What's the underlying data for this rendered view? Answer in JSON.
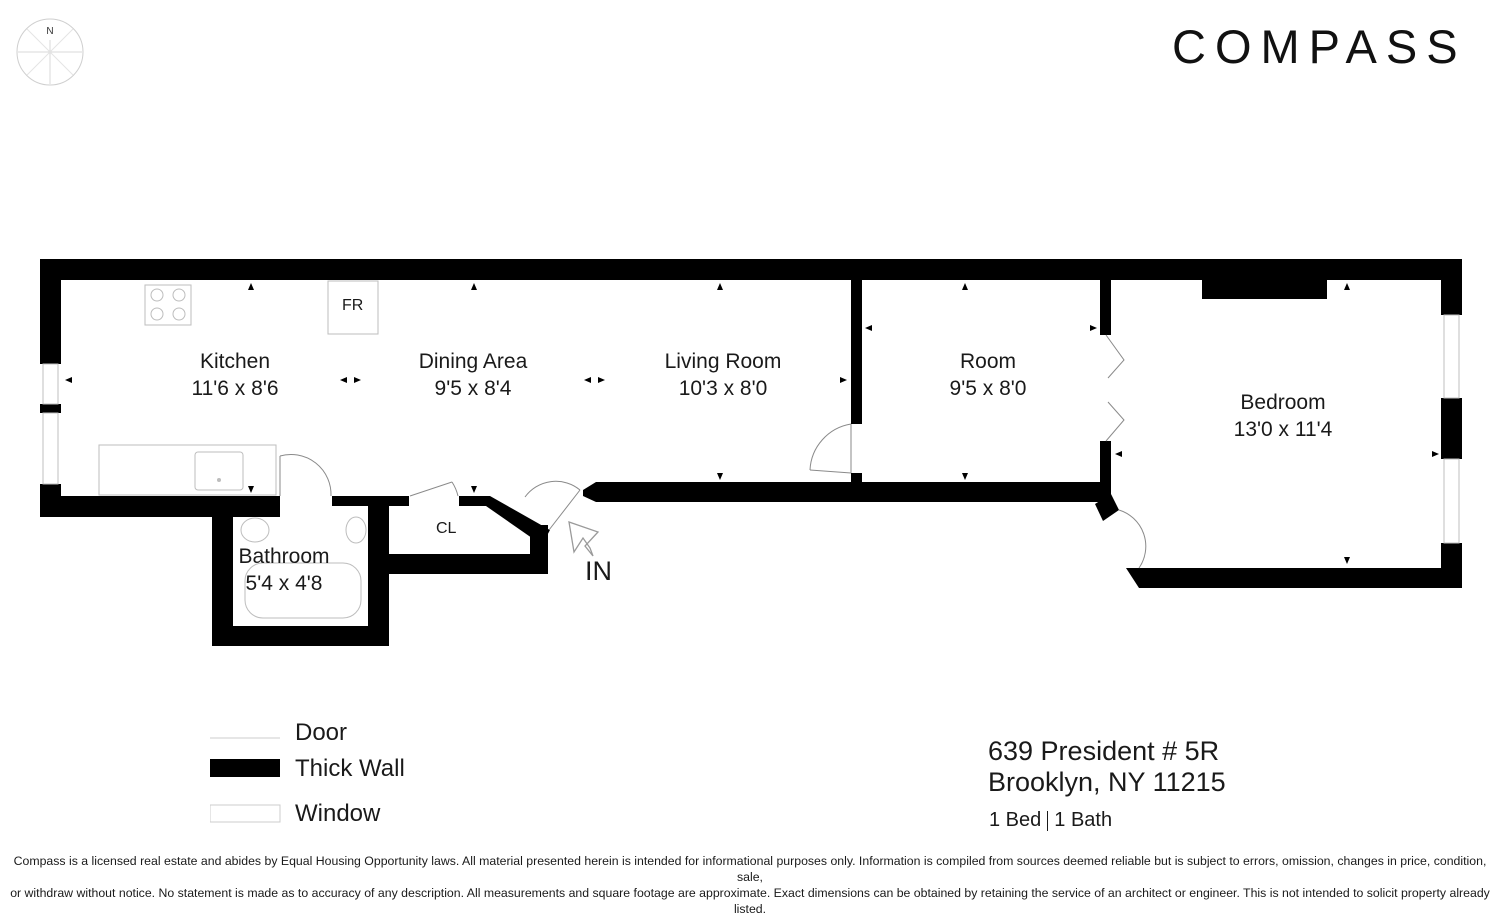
{
  "brand": {
    "logo_text": "COMPASS"
  },
  "compass": {
    "north_label": "N"
  },
  "rooms": {
    "kitchen": {
      "name": "Kitchen",
      "size": "11'6 x 8'6"
    },
    "dining": {
      "name": "Dining Area",
      "size": "9'5 x 8'4"
    },
    "living": {
      "name": "Living Room",
      "size": "10'3 x 8'0"
    },
    "room": {
      "name": "Room",
      "size": "9'5 x 8'0"
    },
    "bedroom": {
      "name": "Bedroom",
      "size": "13'0 x 11'4"
    },
    "bathroom": {
      "name": "Bathroom",
      "size": "5'4 x 4'8"
    }
  },
  "fixtures": {
    "fridge": "FR",
    "closet": "CL"
  },
  "entrance": {
    "label": "IN"
  },
  "legend": {
    "door": "Door",
    "thick_wall": "Thick Wall",
    "window": "Window"
  },
  "address": {
    "line1": "639 President # 5R",
    "line2": "Brooklyn, NY 11215"
  },
  "summary": {
    "beds": "1 Bed",
    "baths": "1 Bath"
  },
  "disclaimer": {
    "line1": "Compass is a licensed real estate and abides by Equal Housing Opportunity laws. All material presented herein is intended for informational purposes only. Information is compiled from sources deemed reliable but is subject to errors, omission, changes in price, condition, sale,",
    "line2": "or withdraw without notice. No statement is made as to accuracy of any description. All measurements and square footage are approximate. Exact dimensions can be obtained by retaining the service of an architect or engineer. This is not intended to solicit property already listed."
  }
}
